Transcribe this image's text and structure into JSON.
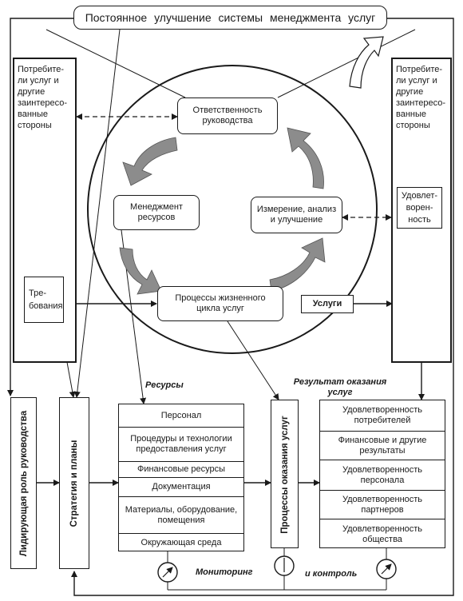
{
  "title": "Постоянное улучшение системы менеджмента услуг",
  "left_column": {
    "label": "Потребите-ли услуг и другие заинтересо-ванные стороны",
    "requirements": "Тре-бования"
  },
  "right_column": {
    "label": "Потребите-ли услуг и другие заинтересо-ванные стороны",
    "satisfaction": "Удовлет-ворен-ность"
  },
  "cycle": {
    "management_responsibility": "Ответственность руководства",
    "resource_management": "Менеджмент ресурсов",
    "measurement": "Измерение, анализ и улучшение",
    "lifecycle": "Процессы жизненного цикла услуг",
    "services": "Услуги"
  },
  "lower": {
    "leadership": "Лидирующая роль руководства",
    "strategy": "Стратегия и планы",
    "service_processes": "Процессы оказания услуг",
    "resources_label": "Ресурсы",
    "result_label": "Результат оказания услуг",
    "monitoring_label": "Мониторинг",
    "control_label": "и контроль"
  },
  "resources": [
    "Персонал",
    "Процедуры и технологии предоставления услуг",
    "Финансовые ресурсы",
    "Документация",
    "Материалы, оборудование, помещения",
    "Окружающая среда"
  ],
  "results": [
    "Удовлетворенность потребителей",
    "Финансовые и другие результаты",
    "Удовлетворенность персонала",
    "Удовлетворенность партнеров",
    "Удовлетворенность общества"
  ],
  "colors": {
    "line": "#1a1a1a",
    "cycle_arrow": "#8c8c8c"
  }
}
